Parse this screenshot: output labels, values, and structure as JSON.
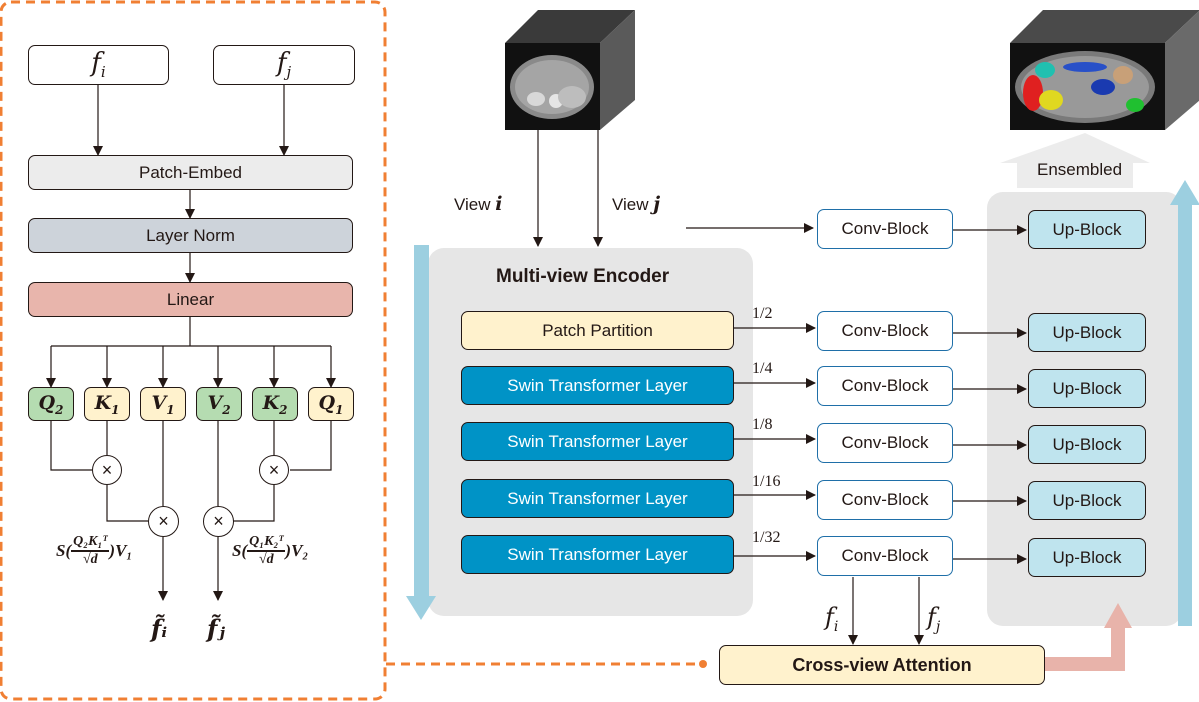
{
  "attention_panel": {
    "input_i": "f",
    "input_i_sub": "i",
    "input_j": "f",
    "input_j_sub": "j",
    "patch_embed": "Patch-Embed",
    "layer_norm": "Layer Norm",
    "linear": "Linear",
    "qkv": [
      {
        "sym": "Q",
        "sub": "2",
        "color": "#b5dcb1"
      },
      {
        "sym": "K",
        "sub": "1",
        "color": "#fff2cd"
      },
      {
        "sym": "V",
        "sub": "1",
        "color": "#fff2cd"
      },
      {
        "sym": "V",
        "sub": "2",
        "color": "#b5dcb1"
      },
      {
        "sym": "K",
        "sub": "2",
        "color": "#b5dcb1"
      },
      {
        "sym": "Q",
        "sub": "1",
        "color": "#fff2cd"
      }
    ],
    "multiply_symbol": "×",
    "formula_left": {
      "s": "S(",
      "num": "Q₂K₁ᵀ",
      "den": "√d",
      "tail": ")V₁"
    },
    "formula_right": {
      "s": "S(",
      "num": "Q₁K₂ᵀ",
      "den": "√d",
      "tail": ")V₂"
    },
    "output_i": "f̃ᵢ",
    "output_j": "f̃ⱼ"
  },
  "main": {
    "view_i_label": "View",
    "view_i_var": "i",
    "view_j_label": "View",
    "view_j_var": "j",
    "encoder_title": "Multi-view Encoder",
    "encoder_layers": [
      {
        "label": "Patch Partition",
        "scale": "1/2"
      },
      {
        "label": "Swin Transformer Layer",
        "scale": "1/4"
      },
      {
        "label": "Swin Transformer Layer",
        "scale": "1/8"
      },
      {
        "label": "Swin Transformer Layer",
        "scale": "1/16"
      },
      {
        "label": "Swin Transformer Layer",
        "scale": "1/32"
      }
    ],
    "conv_block_label": "Conv-Block",
    "up_block_label": "Up-Block",
    "ensembled_label": "Ensembled",
    "feature_i": "f",
    "feature_i_sub": "i",
    "feature_j": "f",
    "feature_j_sub": "j",
    "cross_view_attention": "Cross-view Attention"
  },
  "colors": {
    "panel_border": "#f07f33",
    "patch_embed": "#ececec",
    "layer_norm": "#cdd3da",
    "linear": "#e8b5ac",
    "patch_partition": "#fff2cd",
    "swin_layer": "#0093c6",
    "conv_border": "#1f6fa8",
    "up_block": "#bfe4ee",
    "gray_panel": "#e6e6e6",
    "blue_arrow": "#9ccfe0",
    "pink_arrow": "#e8b3aa",
    "cross_view": "#fff2cd"
  }
}
